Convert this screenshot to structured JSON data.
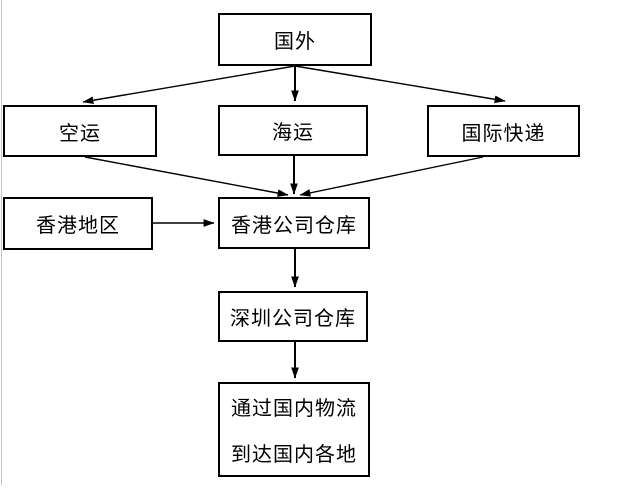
{
  "diagram": {
    "type": "flowchart",
    "background_color": "#ffffff",
    "line_color": "#000000",
    "nodes": {
      "overseas": {
        "label": "国外"
      },
      "air_freight": {
        "label": "空运"
      },
      "sea_freight": {
        "label": "海运"
      },
      "intl_express": {
        "label": "国际快递"
      },
      "hk_region": {
        "label": "香港地区"
      },
      "hk_warehouse": {
        "label": "香港公司仓库"
      },
      "sz_warehouse": {
        "label": "深圳公司仓库"
      },
      "domestic_delivery": {
        "line1": "通过国内物流",
        "line2": "到达国内各地"
      }
    },
    "edges": [
      {
        "from": "overseas",
        "to": "air_freight"
      },
      {
        "from": "overseas",
        "to": "sea_freight"
      },
      {
        "from": "overseas",
        "to": "intl_express"
      },
      {
        "from": "air_freight",
        "to": "hk_warehouse"
      },
      {
        "from": "sea_freight",
        "to": "hk_warehouse"
      },
      {
        "from": "intl_express",
        "to": "hk_warehouse"
      },
      {
        "from": "hk_region",
        "to": "hk_warehouse"
      },
      {
        "from": "hk_warehouse",
        "to": "sz_warehouse"
      },
      {
        "from": "sz_warehouse",
        "to": "domestic_delivery"
      }
    ]
  }
}
